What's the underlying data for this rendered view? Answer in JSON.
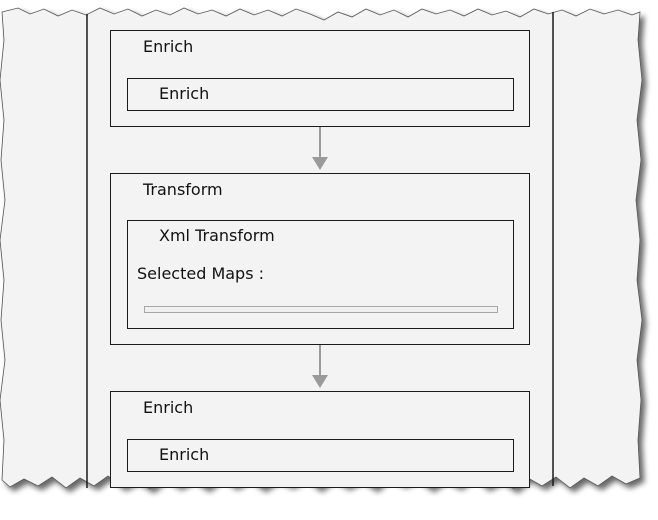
{
  "stages": [
    {
      "title": "Enrich",
      "component": "Enrich"
    },
    {
      "title": "Transform",
      "component": "Xml Transform",
      "selected_maps_label": "Selected Maps :"
    },
    {
      "title": "Enrich",
      "component": "Enrich"
    }
  ],
  "colors": {
    "frame_bg": "#f3f3f3",
    "border": "#1a1a1a",
    "arrow": "#9a9a9a"
  },
  "icons": [
    "arrow-down-icon"
  ]
}
